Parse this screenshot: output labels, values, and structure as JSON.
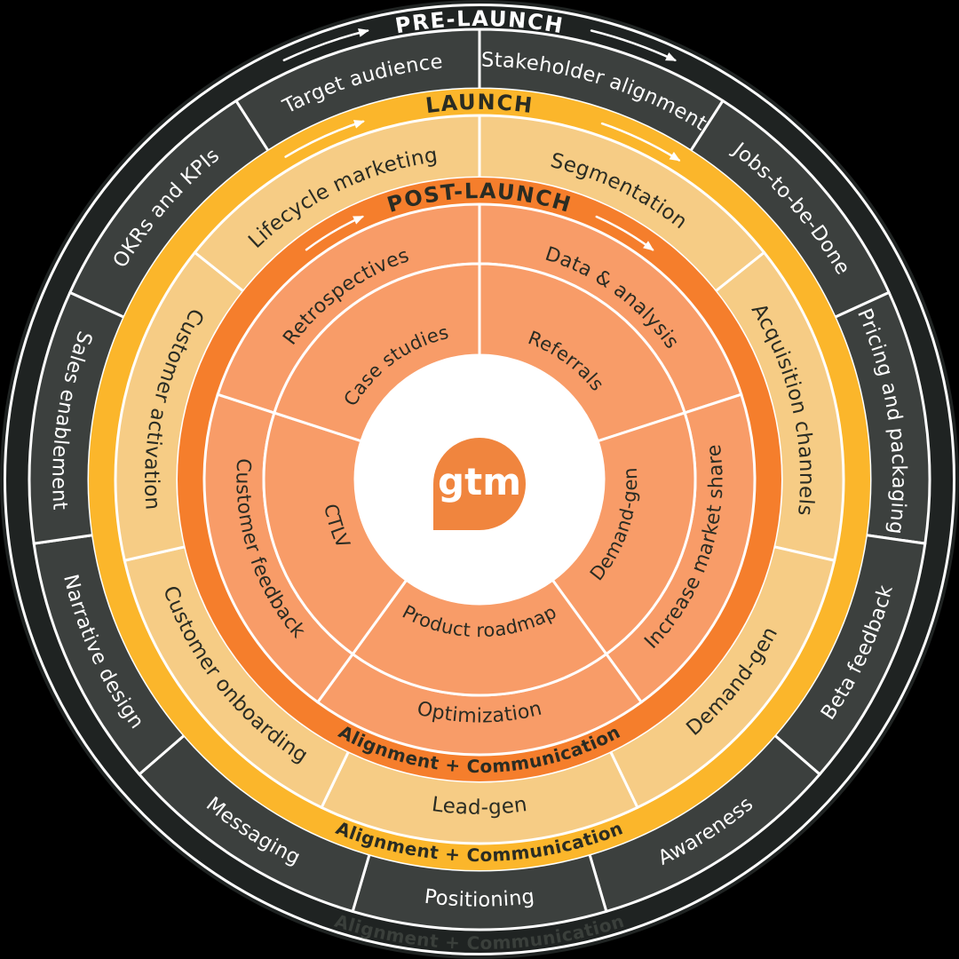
{
  "page": {
    "background_color": "#000000"
  },
  "wheel": {
    "bands": [
      {
        "id": "pre-launch",
        "title": "PRE-LAUNCH",
        "footer": "Alignment + Communication",
        "color": "#1F2322",
        "title_color": "#FFFFFF",
        "footer_color": "#3A3F3B",
        "arrow_color": "#FFFFFF"
      },
      {
        "id": "launch",
        "title": "LAUNCH",
        "footer": "Alignment + Communication",
        "color": "#FBB62B",
        "title_color": "#2A2C23",
        "footer_color": "#2A2C23",
        "arrow_color": "#FFFFFF"
      },
      {
        "id": "post-launch",
        "title": "POST-LAUNCH",
        "footer": "Alignment + Communication",
        "color": "#F57E2C",
        "title_color": "#2A2C23",
        "footer_color": "#2A2C23",
        "arrow_color": "#FFFFFF"
      }
    ],
    "rings": [
      {
        "id": "pre-launch-topics",
        "phase": "PRE-LAUNCH",
        "color": "#3C403E",
        "text_color": "#FFFFFF",
        "divider_color": "#FFFFFF",
        "items": [
          "Stakeholder alignment",
          "Jobs-to-be-Done",
          "Pricing and packaging",
          "Beta feedback",
          "Awareness",
          "Positioning",
          "Messaging",
          "Narrative design",
          "Sales enablement",
          "OKRs and KPIs",
          "Target audience"
        ]
      },
      {
        "id": "launch-topics",
        "phase": "LAUNCH",
        "color": "#F6CC85",
        "text_color": "#2A2C23",
        "divider_color": "#FFFFFF",
        "items": [
          "Segmentation",
          "Acquisition channels",
          "Demand-gen",
          "Lead-gen",
          "Customer onboarding",
          "Customer activation",
          "Lifecycle marketing"
        ]
      },
      {
        "id": "post-launch-outer-topics",
        "phase": "POST-LAUNCH",
        "color": "#F89C68",
        "text_color": "#2A2C23",
        "divider_color": "#FFFFFF",
        "items": [
          "Data & analysis",
          "Increase market share",
          "Optimization",
          "Customer feedback",
          "Retrospectives"
        ]
      },
      {
        "id": "post-launch-inner-topics",
        "phase": "POST-LAUNCH",
        "color": "#F89C68",
        "text_color": "#2A2C23",
        "divider_color": "#FFFFFF",
        "items": [
          "Referrals",
          "Demand-gen",
          "Product roadmap",
          "CTLV",
          "Case studies"
        ]
      }
    ],
    "center": {
      "logo_text": "gtm",
      "logo_color": "#F0853E",
      "logo_text_color": "#FFFFFF",
      "background": "#FFFFFF"
    }
  }
}
